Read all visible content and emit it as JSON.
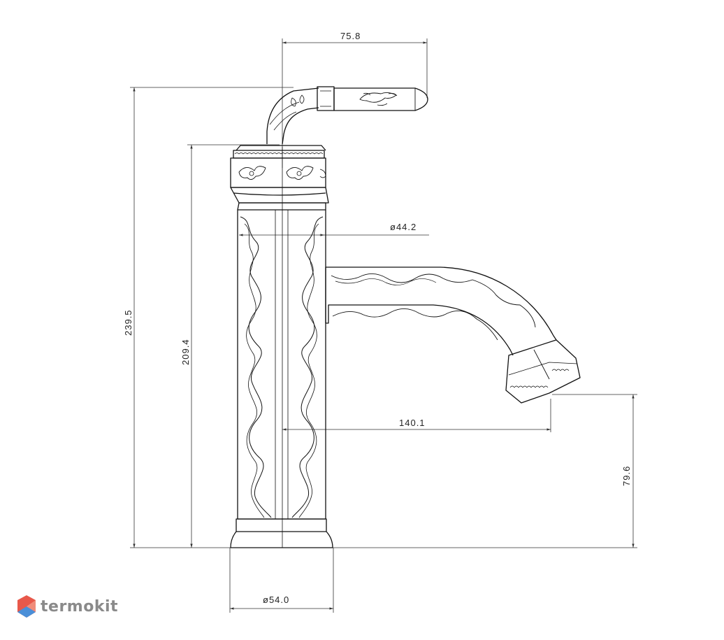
{
  "dimensions": {
    "handle_reach": "75.8",
    "total_height": "239.5",
    "body_height": "209.4",
    "body_diameter": "ø44.2",
    "spout_reach": "140.1",
    "spout_height": "79.6",
    "base_diameter": "ø54.0"
  },
  "logo": {
    "text": "termokit"
  },
  "colors": {
    "line": "#111111",
    "dimension_line": "#333333",
    "logo_red": "#e8584a",
    "logo_blue": "#4a8fd8",
    "logo_text": "#8a8a8a"
  }
}
